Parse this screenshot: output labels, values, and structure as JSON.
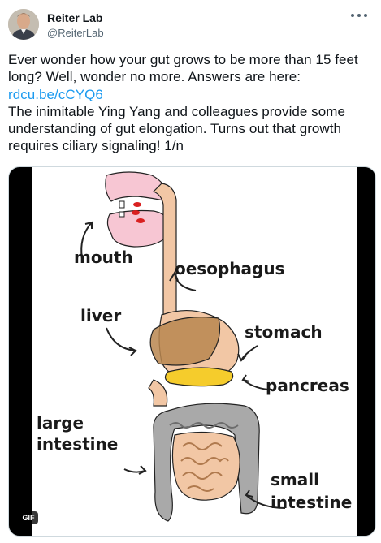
{
  "tweet": {
    "author_name": "Reiter Lab",
    "author_handle": "@ReiterLab",
    "text_before_link": "Ever wonder how your gut grows to be more than 15 feet long? Well, wonder no more. Answers are here:",
    "link_text": "rdcu.be/cCYQ6",
    "text_after_link": "The inimitable Ying Yang and colleagues provide some understanding of gut elongation. Turns out that growth requires ciliary signaling! 1/n"
  },
  "media": {
    "badge": "GIF",
    "labels": {
      "mouth": "mouth",
      "oesophagus": "oesophagus",
      "liver": "liver",
      "stomach": "stomach",
      "pancreas": "pancreas",
      "large_intestine_line1": "large",
      "large_intestine_line2": "intestine",
      "small_intestine_line1": "small",
      "small_intestine_line2": "intestine"
    }
  },
  "colors": {
    "link": "#1d9bf0",
    "text": "#0f1419",
    "secondary_text": "#536471"
  },
  "icons": [
    "more-icon"
  ]
}
